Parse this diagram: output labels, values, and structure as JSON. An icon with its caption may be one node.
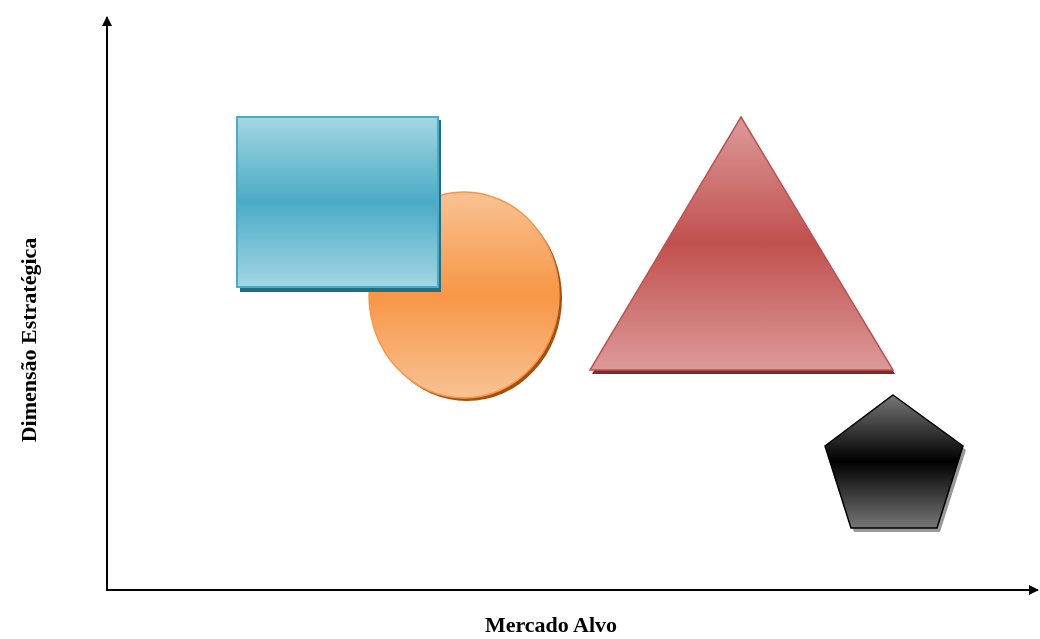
{
  "diagram": {
    "nodes": [
      {
        "text": [],
        "shape": "box"
      },
      {
        "text": [],
        "shape": "circle"
      },
      {
        "text": [],
        "shape": "triangle"
      },
      {
        "text": [],
        "shape": "pentagon"
      }
    ],
    "labels": [
      "Dimensão Estratégica",
      "Mercado Alvo"
    ]
  }
}
